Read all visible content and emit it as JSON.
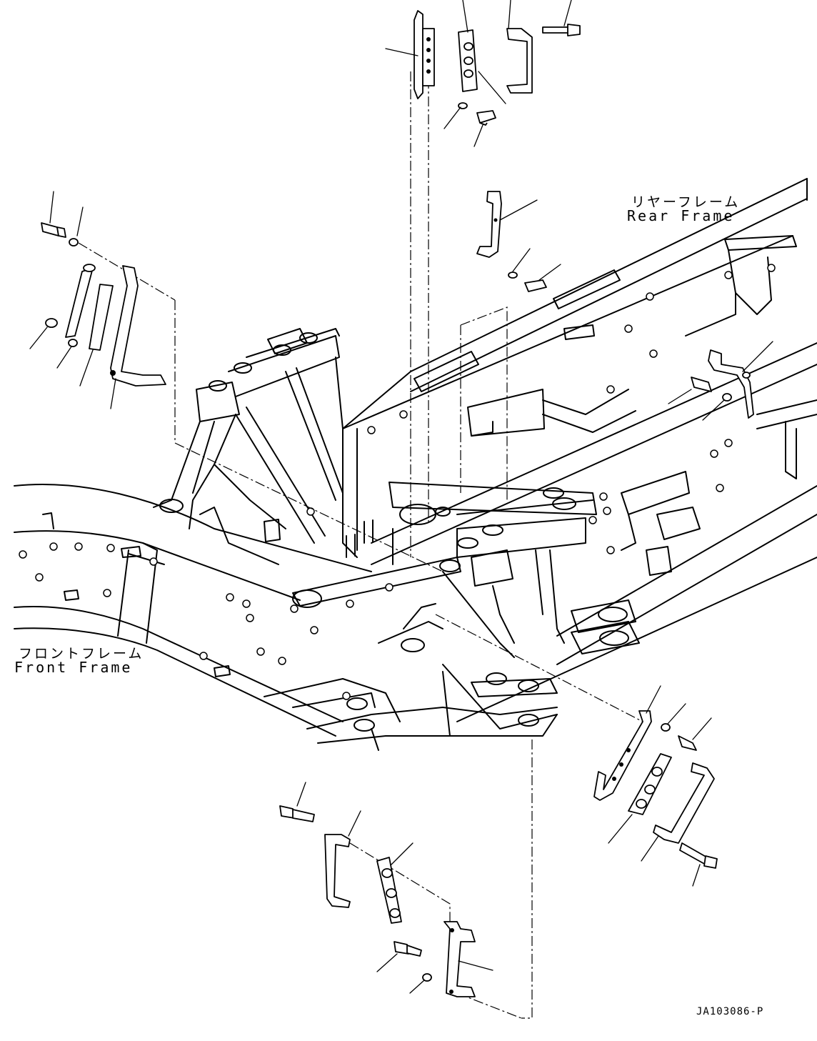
{
  "labels": {
    "rear_frame_ja": "リヤーフレーム",
    "rear_frame_en": "Rear Frame",
    "front_frame_ja": "フロントフレーム",
    "front_frame_en": "Front Frame",
    "drawing_code": "JA103086-P"
  },
  "colors": {
    "line": "#000000",
    "background": "#ffffff"
  }
}
